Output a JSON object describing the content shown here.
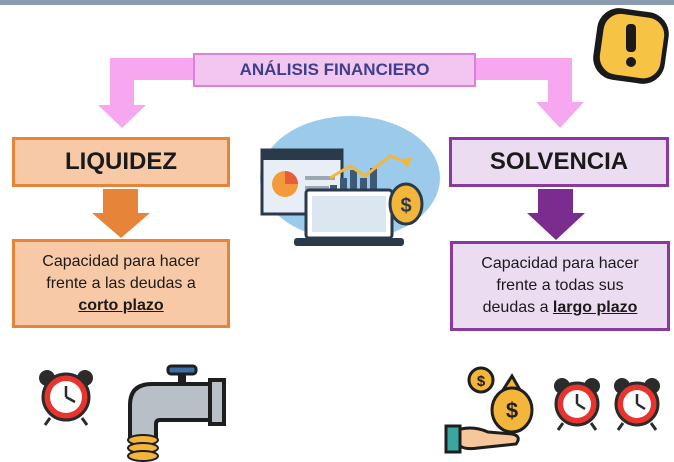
{
  "title": "ANÁLISIS FINANCIERO",
  "liquidez": {
    "title": "LIQUIDEZ",
    "line1": "Capacidad para hacer",
    "line2": "frente a las deudas a",
    "emphasis": "corto plazo"
  },
  "solvencia": {
    "title": "SOLVENCIA",
    "line1": "Capacidad para hacer",
    "line2": "frente a todas sus",
    "prefix": "deudas a ",
    "emphasis": "largo plazo"
  },
  "icons": {
    "warning": "warning-icon",
    "analysis": "financial-analysis-illustration",
    "clock": "alarm-clock-icon",
    "faucet": "faucet-with-coins-icon",
    "money": "hand-with-money-bag-icon"
  },
  "colors": {
    "pink": "#f7a6f0",
    "orange": "#e6853a",
    "purple": "#7b2c8f"
  }
}
